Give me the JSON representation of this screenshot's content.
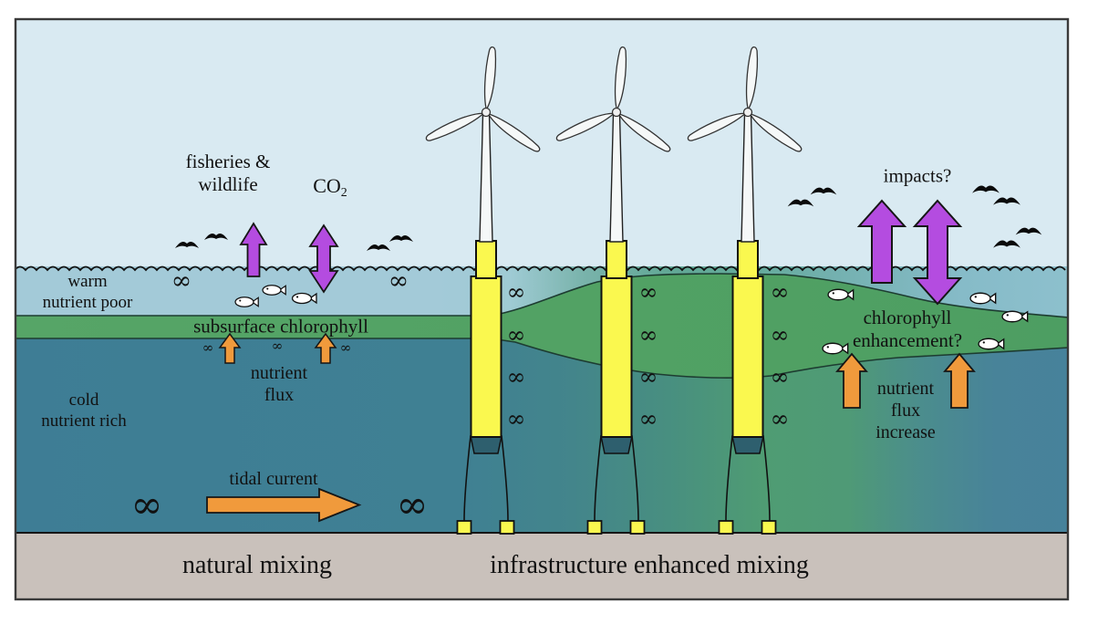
{
  "figure": {
    "type": "conceptual-ocean-mixing-diagram",
    "left_scene_caption": "natural mixing",
    "right_scene_caption": "infrastructure enhanced mixing"
  },
  "labels": {
    "fisheries_line1": "fisheries &",
    "fisheries_line2": "wildlife",
    "co2_base": "CO",
    "co2_sub": "2",
    "impacts": "impacts?",
    "warm_line1": "warm",
    "warm_line2": "nutrient poor",
    "subsurface_chlorophyll": "subsurface chlorophyll",
    "cold_line1": "cold",
    "cold_line2": "nutrient rich",
    "nutrient_flux_line1": "nutrient",
    "nutrient_flux_line2": "flux",
    "tidal_current": "tidal current",
    "chloro_enh_line1": "chlorophyll",
    "chloro_enh_line2": "enhancement?",
    "nfi_line1": "nutrient",
    "nfi_line2": "flux",
    "nfi_line3": "increase",
    "natural_mixing": "natural mixing",
    "infra_mixing": "infrastructure enhanced mixing"
  },
  "icons": {
    "turbulence_glyph": "∞",
    "turbulence_meaning": "turbulent-mixing-eddy",
    "bird": "seagull-silhouette",
    "fish": "fish-outline",
    "turbine": "floating-offshore-wind-turbine"
  },
  "colors": {
    "sky": "#d9eaf2",
    "warm_water": "#a3cad8",
    "deep_water": "#3e7d95",
    "deep_water_enhanced": "#4f9c73",
    "chlorophyll_green": "#52a264",
    "seabed_gray": "#c9c1bb",
    "platform_yellow": "#faf84f",
    "arrow_orange": "#f09a3c",
    "arrow_purple": "#b44ce0",
    "outline": "#161616"
  }
}
